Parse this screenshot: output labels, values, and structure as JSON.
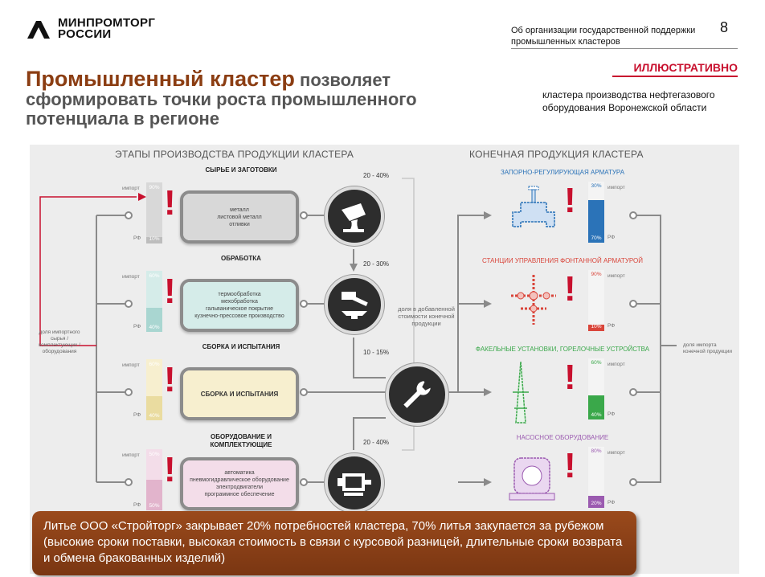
{
  "header": {
    "logo_line1": "МИНПРОМТОРГ",
    "logo_line2": "РОССИИ",
    "doc_title": "Об организации государственной поддержки промышленных кластеров",
    "page_number": "8",
    "illustrative": "ИЛЛЮСТРАТИВНО",
    "title_highlight": "Промышленный кластер",
    "title_rest": "позволяет сформировать точки роста промышленного потенциала в регионе",
    "region_note": "кластера производства нефтегазового оборудования Воронежской области"
  },
  "diagram": {
    "stages_heading": "ЭТАПЫ ПРОИЗВОДСТВА ПРОДУКЦИИ КЛАСТЕРА",
    "products_heading": "КОНЕЧНАЯ ПРОДУКЦИЯ КЛАСТЕРА",
    "import_label": "импорт",
    "rf_label": "РФ",
    "left_note": "доля импортного сырья / комплектующих / оборудования",
    "right_note": "доля импорта конечной продукции",
    "value_added_note": "доля в добавленной стоимости конечной продукции",
    "stages": [
      {
        "title": "СЫРЬЕ И ЗАГОТОВКИ",
        "items": [
          "металл",
          "листовой металл",
          "отливки"
        ],
        "import_pct": "90%",
        "rf_pct": "10%",
        "import_share": 0.9,
        "range": "20 - 40%",
        "color": "#d8d8d8",
        "fill": "#bdbdbd",
        "warn": "!"
      },
      {
        "title": "ОБРАБОТКА",
        "items": [
          "термообработка",
          "мехобработка",
          "гальваническое покрытие",
          "кузнечно-прессовое производство"
        ],
        "import_pct": "60%",
        "rf_pct": "40%",
        "import_share": 0.6,
        "range": "20 - 30%",
        "color": "#d5ece9",
        "fill": "#a9d6d1",
        "warn": "!"
      },
      {
        "title": "СБОРКА И ИСПЫТАНИЯ",
        "items": [],
        "import_pct": "60%",
        "rf_pct": "40%",
        "import_share": 0.6,
        "range": "10 - 15%",
        "color": "#f7efcf",
        "fill": "#eadca0",
        "warn": "!"
      },
      {
        "title": "ОБОРУДОВАНИЕ И КОМПЛЕКТУЮЩИЕ",
        "items": [
          "автоматика",
          "пневмогидравлическое оборудование",
          "электродвигатели",
          "программное обеспечение"
        ],
        "import_pct": "50%",
        "rf_pct": "50%",
        "import_share": 0.5,
        "range": "20 - 40%",
        "color": "#f3dde9",
        "fill": "#e2b4cc",
        "warn": "!"
      }
    ],
    "products": [
      {
        "title": "ЗАПОРНО-РЕГУЛИРУЮЩАЯ АРМАТУРА",
        "import_pct": "30%",
        "rf_pct": "70%",
        "import_share": 0.3,
        "color": "#2b73b8",
        "warn": "!"
      },
      {
        "title": "СТАНЦИИ УПРАВЛЕНИЯ ФОНТАННОЙ АРМАТУРОЙ",
        "import_pct": "90%",
        "rf_pct": "10%",
        "import_share": 0.9,
        "color": "#d9453a",
        "warn": "!"
      },
      {
        "title": "ФАКЕЛЬНЫЕ УСТАНОВКИ, ГОРЕЛОЧНЫЕ УСТРОЙСТВА",
        "import_pct": "60%",
        "rf_pct": "40%",
        "import_share": 0.6,
        "color": "#3aa84a",
        "warn": "!"
      },
      {
        "title": "НАСОСНОЕ ОБОРУДОВАНИЕ",
        "import_pct": "80%",
        "rf_pct": "20%",
        "import_share": 0.8,
        "color": "#9b5bb0",
        "warn": "!"
      }
    ]
  },
  "callout": {
    "text": "Литье ООО «Стройторг» закрывает 20% потребностей кластера, 70% литья закупается за рубежом (высокие сроки поставки, высокая стоимость в связи с курсовой разницей, длительные сроки возврата и обмена бракованных изделий)"
  }
}
